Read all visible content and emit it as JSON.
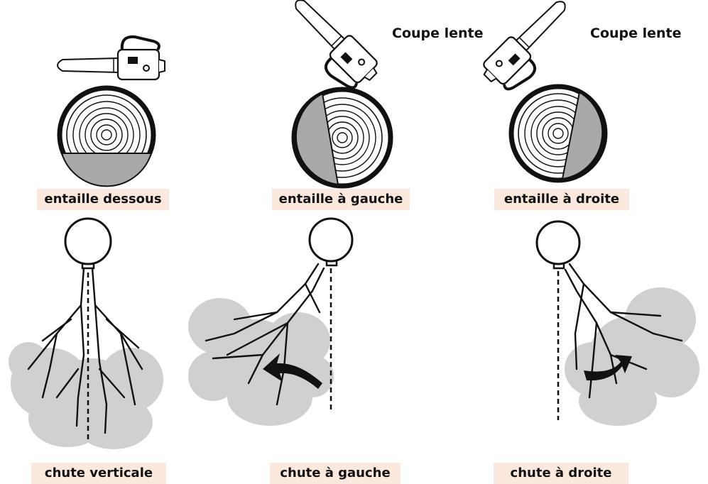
{
  "labels": {
    "notch_under": "entaille dessous",
    "notch_left": "entaille à gauche",
    "notch_right": "entaille à droite",
    "fall_vertical": "chute verticale",
    "fall_left": "chute à gauche",
    "fall_right": "chute à droite"
  },
  "notes": {
    "slow_cut_1": "Coupe lente",
    "slow_cut_2": "Coupe lente"
  },
  "colors": {
    "notch_fill": "#a9a9a9",
    "foliage": "#c8c8c8",
    "label_bg": "#fbe9dd",
    "ink": "#111111"
  },
  "icons": [
    "chainsaw-icon",
    "log-section-icon",
    "tree-branch-icon",
    "fall-arrow-icon"
  ]
}
